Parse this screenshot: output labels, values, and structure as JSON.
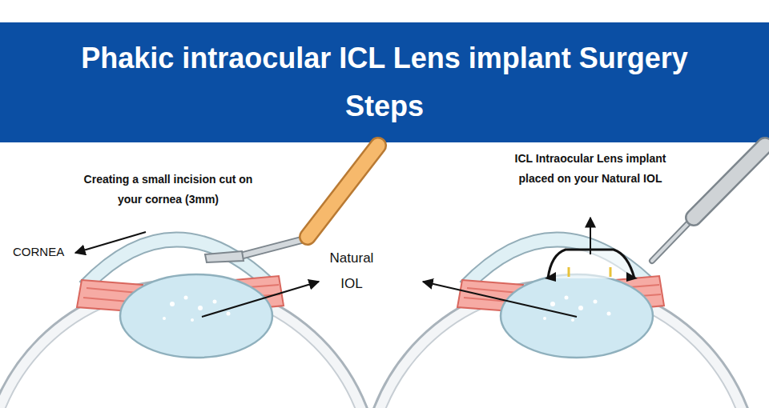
{
  "diagram": {
    "title": "Phakic intraocular ICL Lens implant Surgery Steps",
    "labels": [
      "Creating a small incision cut on your cornea (3mm)",
      "ICL Intraocular Lens implant placed on your Natural IOL",
      "CORNEA",
      "Natural IOL"
    ]
  }
}
